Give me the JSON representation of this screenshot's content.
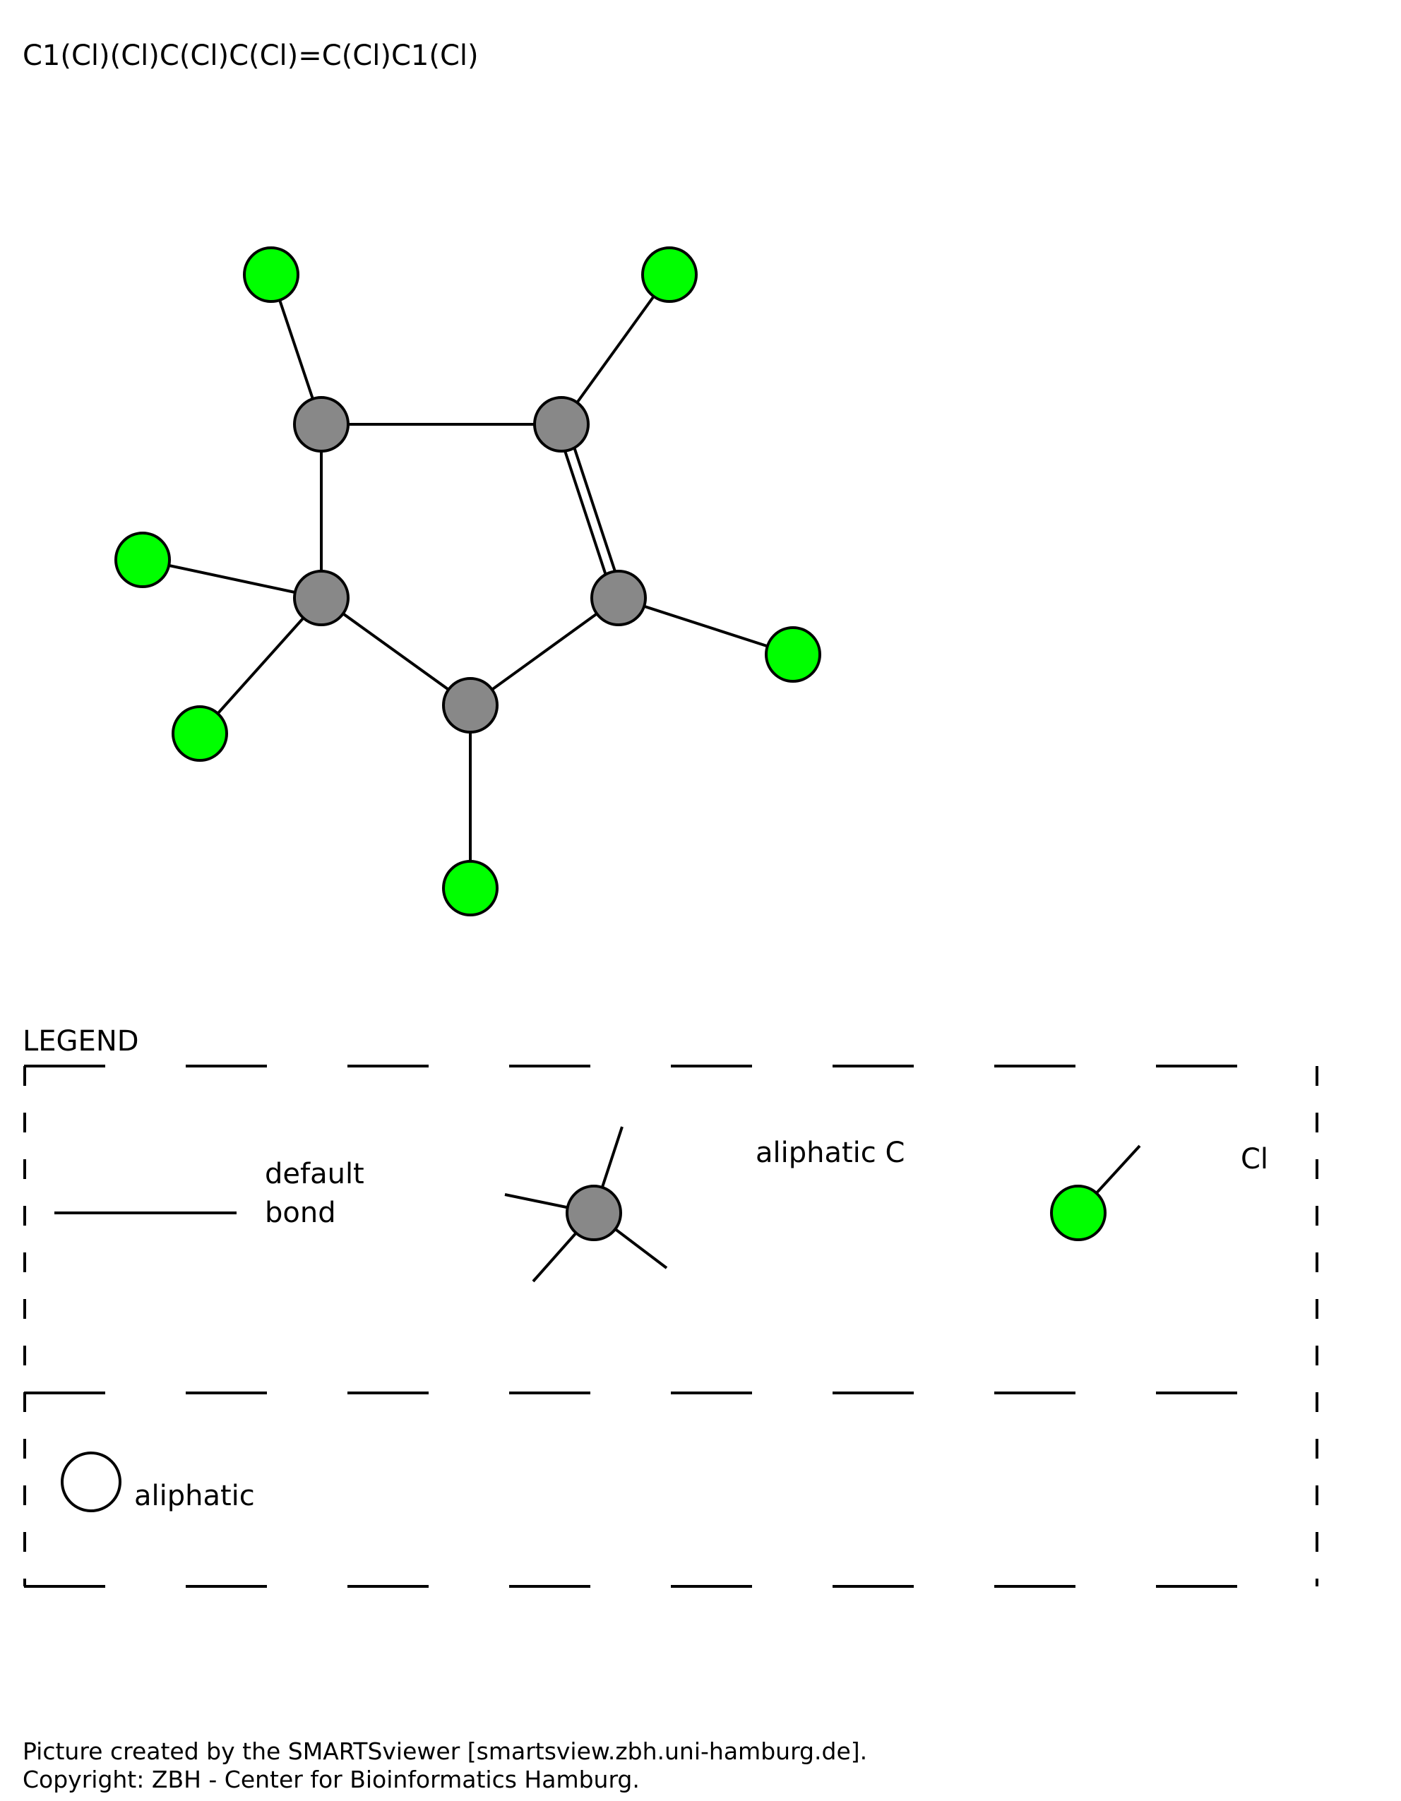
{
  "smiles": "C1(Cl)(Cl)C(Cl)C(Cl)=C(Cl)C1(Cl)",
  "colors": {
    "carbon_fill": "#888888",
    "chlorine_fill": "#00ff00",
    "stroke": "#000000",
    "background": "#ffffff"
  },
  "molecule": {
    "atoms": [
      {
        "id": "c1",
        "element": "C"
      },
      {
        "id": "c2",
        "element": "C"
      },
      {
        "id": "c3",
        "element": "C"
      },
      {
        "id": "c4",
        "element": "C"
      },
      {
        "id": "c5",
        "element": "C"
      },
      {
        "id": "cl1",
        "element": "Cl"
      },
      {
        "id": "cl2",
        "element": "Cl"
      },
      {
        "id": "cl3",
        "element": "Cl"
      },
      {
        "id": "cl4",
        "element": "Cl"
      },
      {
        "id": "cl5",
        "element": "Cl"
      },
      {
        "id": "cl6",
        "element": "Cl"
      }
    ],
    "bonds": [
      {
        "from": "c1",
        "to": "c2",
        "order": 1
      },
      {
        "from": "c2",
        "to": "c3",
        "order": 2
      },
      {
        "from": "c3",
        "to": "c4",
        "order": 1
      },
      {
        "from": "c4",
        "to": "c5",
        "order": 1
      },
      {
        "from": "c5",
        "to": "c1",
        "order": 1
      },
      {
        "from": "c1",
        "to": "cl1",
        "order": 1
      },
      {
        "from": "c2",
        "to": "cl2",
        "order": 1
      },
      {
        "from": "c3",
        "to": "cl3",
        "order": 1
      },
      {
        "from": "c4",
        "to": "cl4",
        "order": 1
      },
      {
        "from": "c5",
        "to": "cl5",
        "order": 1
      },
      {
        "from": "c5",
        "to": "cl6",
        "order": 1
      }
    ]
  },
  "legend": {
    "title": "LEGEND",
    "default_bond_line1": "default",
    "default_bond_line2": "bond",
    "aliphatic_c": "aliphatic C",
    "cl": "Cl",
    "aliphatic": "aliphatic"
  },
  "footer": {
    "line1": "Picture created by the SMARTSviewer [smartsview.zbh.uni-hamburg.de].",
    "line2": "Copyright: ZBH - Center for Bioinformatics Hamburg."
  }
}
